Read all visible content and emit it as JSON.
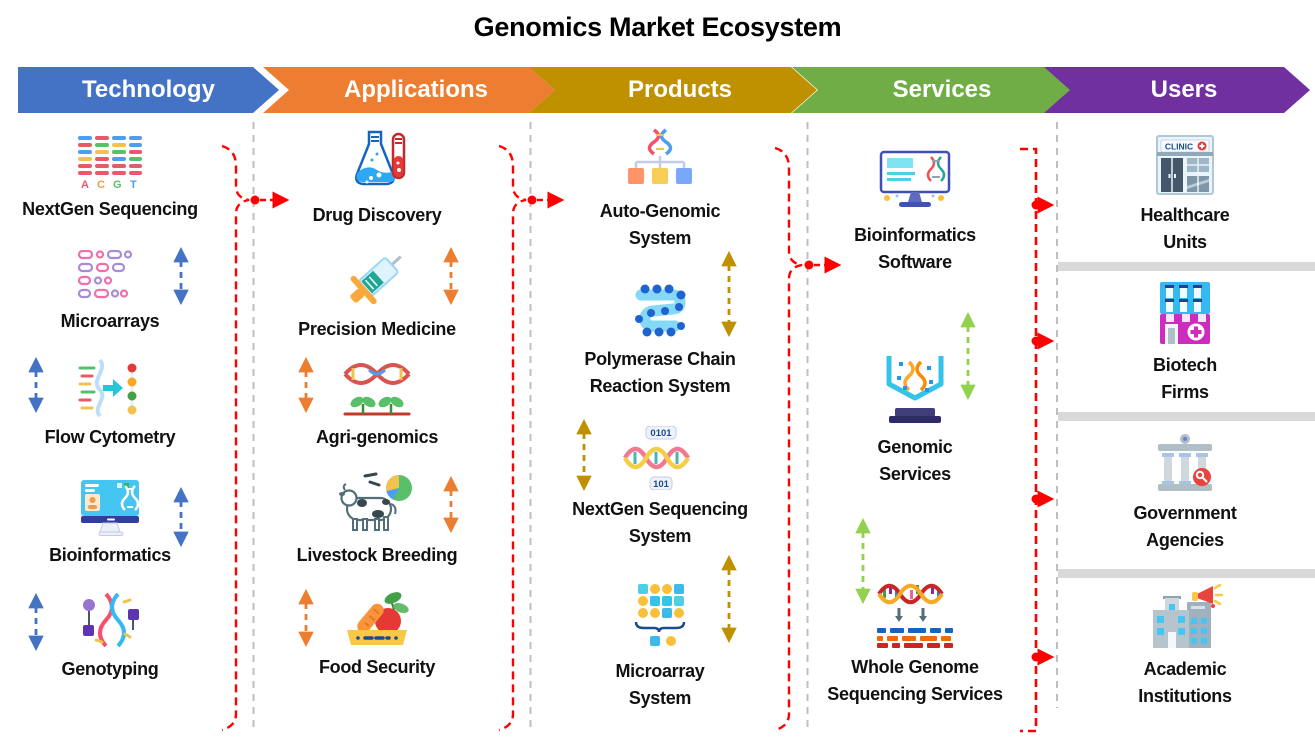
{
  "title": "Genomics Market Ecosystem",
  "colors": {
    "technology_blue": "#4472C4",
    "applications_orange": "#ED7D31",
    "products_gold": "#BF9000",
    "services_green": "#70AD47",
    "users_purple": "#7030A0",
    "flow_arrow_green": "#92D050",
    "connector_red": "#FF0000",
    "column_divider_gray": "#BFBFBF",
    "user_row_divider_gray": "#D9D9D9"
  },
  "columns": [
    {
      "header": "Technology",
      "color": "#4472C4",
      "items": [
        {
          "label": "NextGen Sequencing",
          "icon": "nextgen-sequencing-icon"
        },
        {
          "label": "Microarrays",
          "icon": "microarrays-icon"
        },
        {
          "label": "Flow Cytometry",
          "icon": "flow-cytometry-icon"
        },
        {
          "label": "Bioinformatics",
          "icon": "bioinformatics-icon"
        },
        {
          "label": "Genotyping",
          "icon": "genotyping-icon"
        }
      ]
    },
    {
      "header": "Applications",
      "color": "#ED7D31",
      "items": [
        {
          "label": "Drug Discovery",
          "icon": "drug-discovery-icon"
        },
        {
          "label": "Precision Medicine",
          "icon": "precision-medicine-icon"
        },
        {
          "label": "Agri-genomics",
          "icon": "agri-genomics-icon"
        },
        {
          "label": "Livestock Breeding",
          "icon": "livestock-breeding-icon"
        },
        {
          "label": "Food Security",
          "icon": "food-security-icon"
        }
      ]
    },
    {
      "header": "Products",
      "color": "#BF9000",
      "items": [
        {
          "label": "Auto-Genomic\nSystem",
          "icon": "auto-genomic-system-icon"
        },
        {
          "label": "Polymerase Chain\nReaction System",
          "icon": "pcr-system-icon"
        },
        {
          "label": "NextGen Sequencing\nSystem",
          "icon": "ngs-system-icon"
        },
        {
          "label": "Microarray\nSystem",
          "icon": "microarray-system-icon"
        }
      ]
    },
    {
      "header": "Services",
      "color": "#70AD47",
      "items": [
        {
          "label": "Bioinformatics\nSoftware",
          "icon": "bioinformatics-software-icon"
        },
        {
          "label": "Genomic\nServices",
          "icon": "genomic-services-icon"
        },
        {
          "label": "Whole Genome\nSequencing Services",
          "icon": "wgs-services-icon"
        }
      ]
    },
    {
      "header": "Users",
      "color": "#7030A0",
      "items": [
        {
          "label": "Healthcare\nUnits",
          "icon": "healthcare-units-icon"
        },
        {
          "label": "Biotech\nFirms",
          "icon": "biotech-firms-icon"
        },
        {
          "label": "Government\nAgencies",
          "icon": "government-agencies-icon"
        },
        {
          "label": "Academic\nInstitutions",
          "icon": "academic-institutions-icon"
        }
      ]
    }
  ],
  "icon_texts": {
    "ngs_letters": [
      "A",
      "C",
      "G",
      "T"
    ],
    "ngs_system_top": "0101",
    "ngs_system_bottom": "101",
    "clinic_sign": "CLINIC"
  }
}
